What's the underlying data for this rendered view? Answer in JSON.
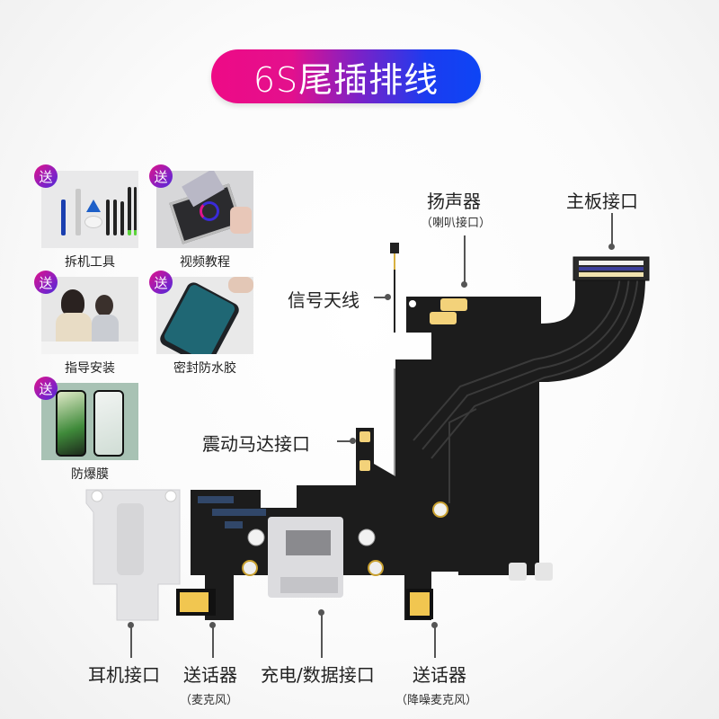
{
  "title": "6S尾插排线",
  "badge_label": "送",
  "gifts": [
    {
      "label": "拆机工具",
      "icon": "tool-kit-icon"
    },
    {
      "label": "视频教程",
      "icon": "video-tutorial-icon"
    },
    {
      "label": "指导安装",
      "icon": "customer-service-icon"
    },
    {
      "label": "密封防水胶",
      "icon": "waterproof-adhesive-icon"
    },
    {
      "label": "防爆膜",
      "icon": "screen-protector-icon"
    }
  ],
  "callouts": {
    "speaker": {
      "label": "扬声器",
      "sub": "（喇叭接口）"
    },
    "mainboard": {
      "label": "主板接口"
    },
    "antenna": {
      "label": "信号天线"
    },
    "vibration": {
      "label": "震动马达接口"
    },
    "headphone": {
      "label": "耳机接口"
    },
    "mic": {
      "label": "送话器",
      "sub": "（麦克风）"
    },
    "charging": {
      "label": "充电/数据接口"
    },
    "noise_mic": {
      "label": "送话器",
      "sub": "（降噪麦克风）"
    }
  },
  "colors": {
    "pill_start": "#ee0a86",
    "pill_end": "#0d45f5",
    "pcb": "#1c1c1c",
    "gold": "#f3d27a"
  }
}
